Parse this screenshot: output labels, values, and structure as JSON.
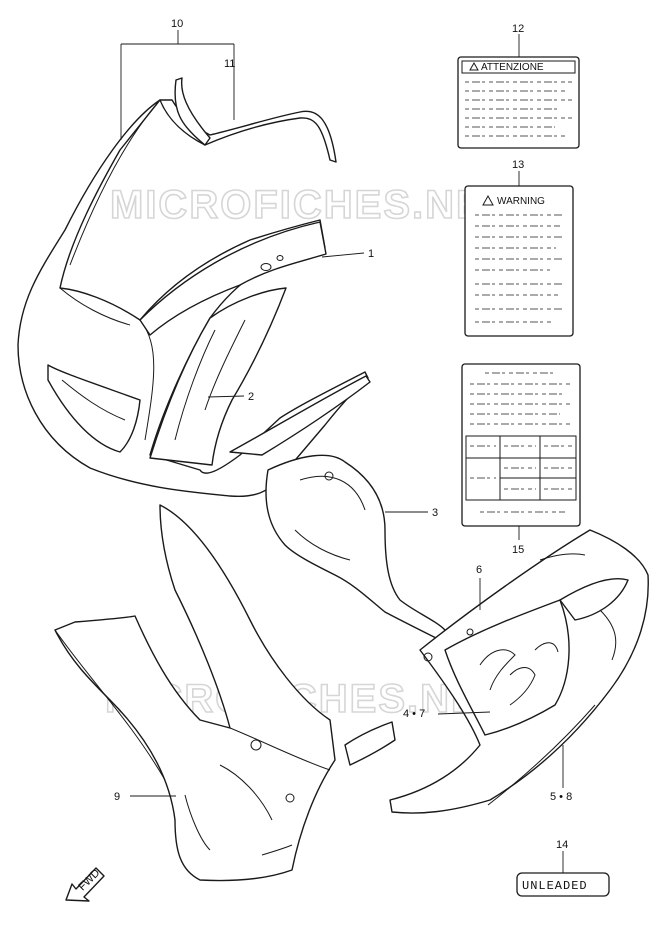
{
  "watermark": "MICROFICHES.NET",
  "callouts": {
    "c1": "1",
    "c2": "2",
    "c3": "3",
    "c47": "4 • 7",
    "c58": "5 • 8",
    "c6": "6",
    "c9": "9",
    "c10": "10",
    "c11": "11",
    "c12": "12",
    "c13": "13",
    "c14": "14",
    "c15": "15"
  },
  "stickers": {
    "attenzione": "ATTENZIONE",
    "warning": "WARNING",
    "unleaded": "UNLEADED"
  },
  "fwd": "FWD"
}
